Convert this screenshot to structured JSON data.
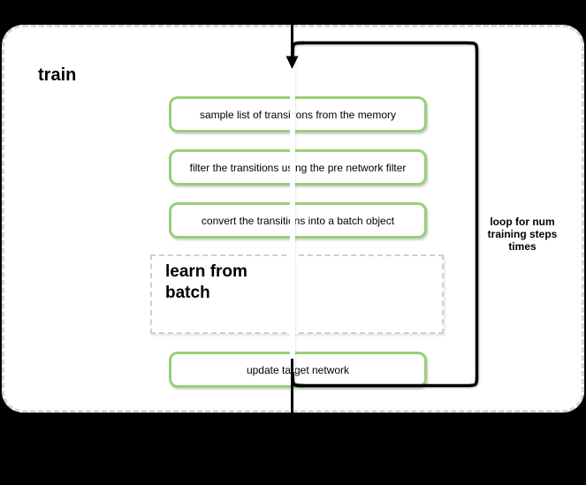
{
  "title": "train",
  "flow": {
    "steps": [
      "sample list of transitions from the memory",
      "filter the transitions using the pre network filter",
      "convert the transitions into a batch object"
    ],
    "subprocess": "learn from\nbatch",
    "final_step": "update target network",
    "loop_annotation": "loop for num\ntraining steps\ntimes"
  },
  "colors": {
    "background": "#000000",
    "container_fill": "#ffffff",
    "container_border": "#d6d6d6",
    "subprocess_border": "#cfcfcf",
    "step_border": "#97d077",
    "loop_border": "#000000",
    "text": "#000000"
  }
}
